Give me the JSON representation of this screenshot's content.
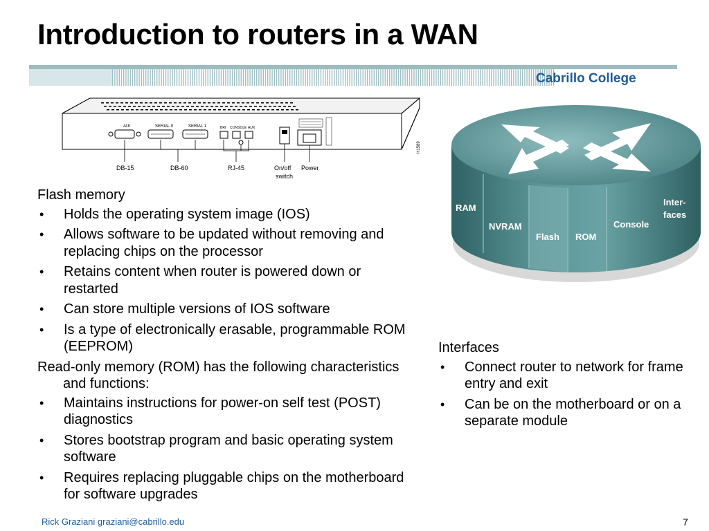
{
  "slide": {
    "title": "Introduction to routers in a WAN",
    "brand": "Cabrillo College",
    "footer": {
      "author": "Rick Graziani  graziani@cabrillo.edu",
      "page_number": "7"
    }
  },
  "router_figure": {
    "port_labels": [
      "DB-15",
      "DB-60",
      "RJ-45",
      "On/off",
      "switch",
      "Power"
    ],
    "panel_labels": [
      "AUI",
      "SERIAL 0",
      "SERIAL 1",
      "BRI",
      "CONSOLE",
      "AUX"
    ],
    "figure_id": "H1589"
  },
  "cylinder_figure": {
    "labels": {
      "ram": "RAM",
      "nvram": "NVRAM",
      "flash": "Flash",
      "rom": "ROM",
      "console": "Console",
      "interfaces_1": "Inter-",
      "interfaces_2": "faces"
    }
  },
  "flash_section": {
    "heading": "Flash memory",
    "bullets": [
      "Holds the operating system image (IOS)",
      "Allows software to be updated without removing and replacing chips on the processor",
      "Retains content when router is powered down or restarted",
      "Can store multiple versions of IOS software",
      "Is a type of electronically erasable, programmable ROM (EEPROM)"
    ]
  },
  "rom_section": {
    "heading": "Read-only memory (ROM) has the following characteristics and functions:",
    "bullets": [
      "Maintains instructions for power-on self test (POST) diagnostics",
      "Stores bootstrap program and basic operating system software",
      "Requires replacing pluggable chips on the motherboard for software upgrades"
    ]
  },
  "interfaces_section": {
    "heading": "Interfaces",
    "bullets": [
      "Connect router to network for frame entry and exit",
      "Can be on the motherboard or on a separate module"
    ]
  },
  "bullet_glyph": "•",
  "colors": {
    "brand_blue": "#1f5c96",
    "teal": "#4a8a8c",
    "band": "#8fb3b8"
  }
}
